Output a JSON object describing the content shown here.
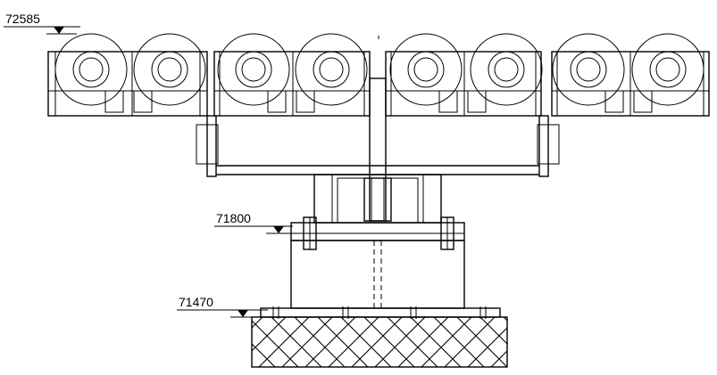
{
  "levels": {
    "top": "72585",
    "plate": "71800",
    "base": "71470"
  },
  "colors": {
    "line": "#000000",
    "background": "#ffffff"
  }
}
